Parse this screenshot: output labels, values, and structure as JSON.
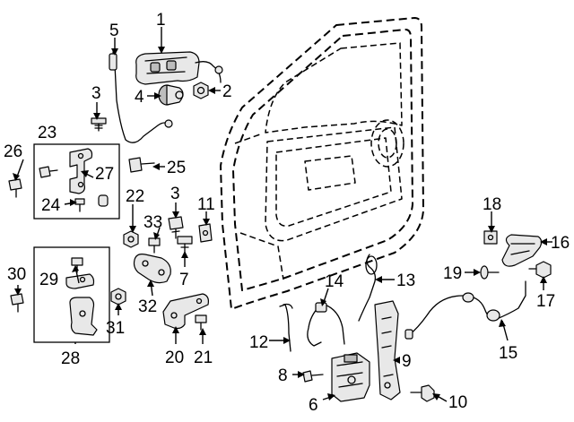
{
  "diagram": {
    "accent_color": "#000000",
    "background_color": "#ffffff",
    "callouts": [
      {
        "id": "c1",
        "label": "1"
      },
      {
        "id": "c2",
        "label": "2"
      },
      {
        "id": "c3a",
        "label": "3"
      },
      {
        "id": "c3b",
        "label": "3"
      },
      {
        "id": "c4",
        "label": "4"
      },
      {
        "id": "c5",
        "label": "5"
      },
      {
        "id": "c6",
        "label": "6"
      },
      {
        "id": "c7",
        "label": "7"
      },
      {
        "id": "c8",
        "label": "8"
      },
      {
        "id": "c9",
        "label": "9"
      },
      {
        "id": "c10",
        "label": "10"
      },
      {
        "id": "c11",
        "label": "11"
      },
      {
        "id": "c12",
        "label": "12"
      },
      {
        "id": "c13",
        "label": "13"
      },
      {
        "id": "c14",
        "label": "14"
      },
      {
        "id": "c15",
        "label": "15"
      },
      {
        "id": "c16",
        "label": "16"
      },
      {
        "id": "c17",
        "label": "17"
      },
      {
        "id": "c18",
        "label": "18"
      },
      {
        "id": "c19",
        "label": "19"
      },
      {
        "id": "c20",
        "label": "20"
      },
      {
        "id": "c21",
        "label": "21"
      },
      {
        "id": "c22",
        "label": "22"
      },
      {
        "id": "c23",
        "label": "23"
      },
      {
        "id": "c24",
        "label": "24"
      },
      {
        "id": "c25",
        "label": "25"
      },
      {
        "id": "c26",
        "label": "26"
      },
      {
        "id": "c27",
        "label": "27"
      },
      {
        "id": "c28",
        "label": "28"
      },
      {
        "id": "c29",
        "label": "29"
      },
      {
        "id": "c30",
        "label": "30"
      },
      {
        "id": "c31",
        "label": "31"
      },
      {
        "id": "c32",
        "label": "32"
      },
      {
        "id": "c33",
        "label": "33"
      }
    ]
  }
}
